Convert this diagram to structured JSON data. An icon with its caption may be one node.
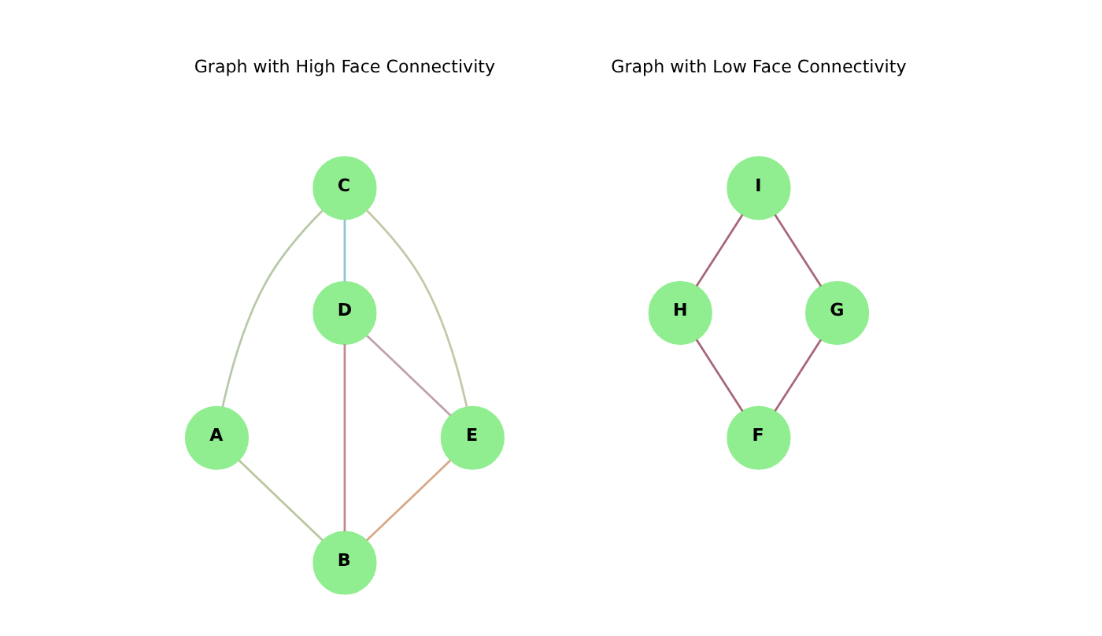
{
  "diagram": {
    "nodes": [
      {
        "text": [
          "C"
        ]
      },
      {
        "text": [
          "A"
        ]
      },
      {
        "text": [
          "D"
        ]
      },
      {
        "text": [
          "B"
        ]
      },
      {
        "text": [
          "E"
        ]
      },
      {
        "text": [
          "I"
        ]
      },
      {
        "text": [
          "H"
        ]
      },
      {
        "text": [
          "G"
        ]
      },
      {
        "text": [
          "F"
        ]
      }
    ],
    "edges": [
      {
        "from": 0,
        "to": 1,
        "arrow": "none",
        "color": "#b8c8a8"
      },
      {
        "from": 0,
        "to": 2,
        "arrow": "none",
        "color": "#90c4d0"
      },
      {
        "from": 0,
        "to": 4,
        "arrow": "none",
        "color": "#c4c8a8"
      },
      {
        "from": 1,
        "to": 3,
        "arrow": "none",
        "color": "#b8c8a0"
      },
      {
        "from": 2,
        "to": 3,
        "arrow": "none",
        "color": "#c08890"
      },
      {
        "from": 2,
        "to": 4,
        "arrow": "none",
        "color": "#c0a0b0"
      },
      {
        "from": 4,
        "to": 3,
        "arrow": "none",
        "color": "#d8a888"
      },
      {
        "from": 5,
        "to": 6,
        "arrow": "none"
      },
      {
        "from": 5,
        "to": 7,
        "arrow": "none"
      },
      {
        "from": 6,
        "to": 8,
        "arrow": "none"
      },
      {
        "from": 7,
        "to": 8,
        "arrow": "none"
      }
    ],
    "labels": [
      "Graph with High Face Connectivity",
      "Graph with Low Face Connectivity"
    ]
  }
}
